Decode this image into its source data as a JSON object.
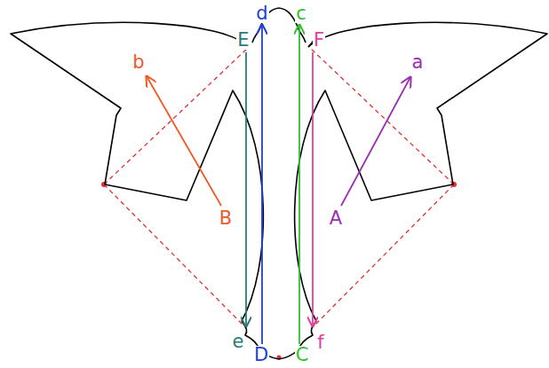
{
  "diagram": {
    "labels": [
      "d",
      "c",
      "E",
      "F",
      "b",
      "a",
      "B",
      "A",
      "e",
      "f",
      "D",
      "C"
    ]
  }
}
